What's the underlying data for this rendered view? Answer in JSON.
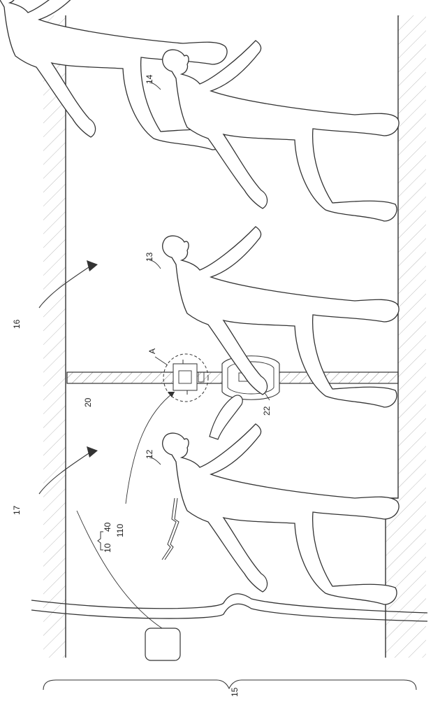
{
  "figure": {
    "labels": {
      "ref_10": "10",
      "ref_12": "12",
      "ref_13": "13",
      "ref_14": "14",
      "ref_15": "15",
      "ref_16": "16",
      "ref_17": "17",
      "ref_20": "20",
      "ref_22": "22",
      "ref_40": "40",
      "ref_110": "110",
      "ref_A": "A"
    }
  }
}
